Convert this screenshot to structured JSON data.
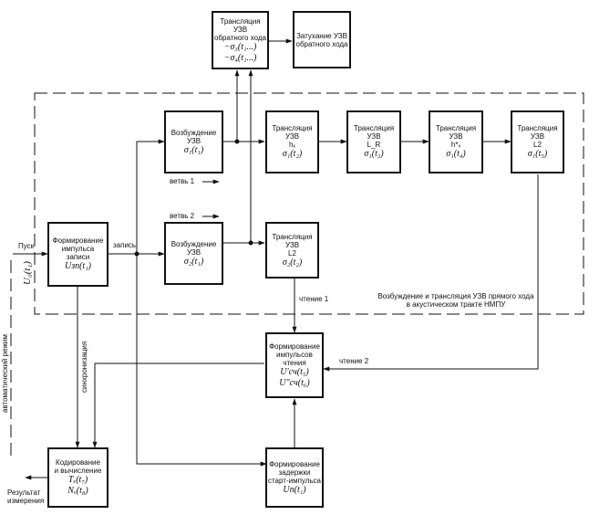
{
  "blocks": {
    "translation_back": [
      "Трансляция УЗВ",
      "обратного хода",
      "−σ₃(t₁...)",
      "−σ₄(t₁...)"
    ],
    "attenuation_back": [
      "Затухание УЗВ",
      "обратного хода"
    ],
    "excitation_1": [
      "Возбуждение",
      "УЗВ",
      "σ₁(t₁)"
    ],
    "translation_hx": [
      "Трансляция УЗВ",
      "hₓ",
      "σ₁(t₂)"
    ],
    "translation_lr": [
      "Трансляция УЗВ",
      "L_R",
      "σ₁(t₃)"
    ],
    "translation_hx2": [
      "Трансляция УЗВ",
      "h*ₓ",
      "σ₁(t₄)"
    ],
    "translation_l2_top": [
      "Трансляция УЗВ",
      "L2",
      "σ₁(t₅)"
    ],
    "write_pulse": [
      "Формирование",
      "импульса записи",
      "Uзп(t₁)"
    ],
    "excitation_2": [
      "Возбуждение",
      "УЗВ",
      "σ₂(t₁)"
    ],
    "translation_l2_mid": [
      "Трансляция УЗВ",
      "L2",
      "σ₂(t₂)"
    ],
    "read_pulses": [
      "Формирование",
      "импульсов",
      "чтения",
      "U′сч(t₅)",
      "U″сч(t₆)"
    ],
    "coding": [
      "Кодирование",
      "и вычисление",
      "Tₓ(t₇)",
      "Nₓ(t₈)"
    ],
    "delay_start": [
      "Формирование",
      "задержки",
      "старт-импульса",
      "Uп(t₁)"
    ]
  },
  "labels": {
    "branch1": "ветвь 1",
    "branch2": "ветвь 2",
    "record": "запись",
    "start": "Пуск",
    "u0": "U₀(t₁)",
    "read1": "чтение 1",
    "read2": "чтение 2",
    "sync": "синхронизация",
    "auto_mode": "автоматический режим",
    "forward_1": "Возбуждение и трансляция УЗВ прямого хода",
    "forward_2": "в акустическом тракте НМПУ",
    "result_1": "Результат",
    "result_2": "измерения"
  }
}
